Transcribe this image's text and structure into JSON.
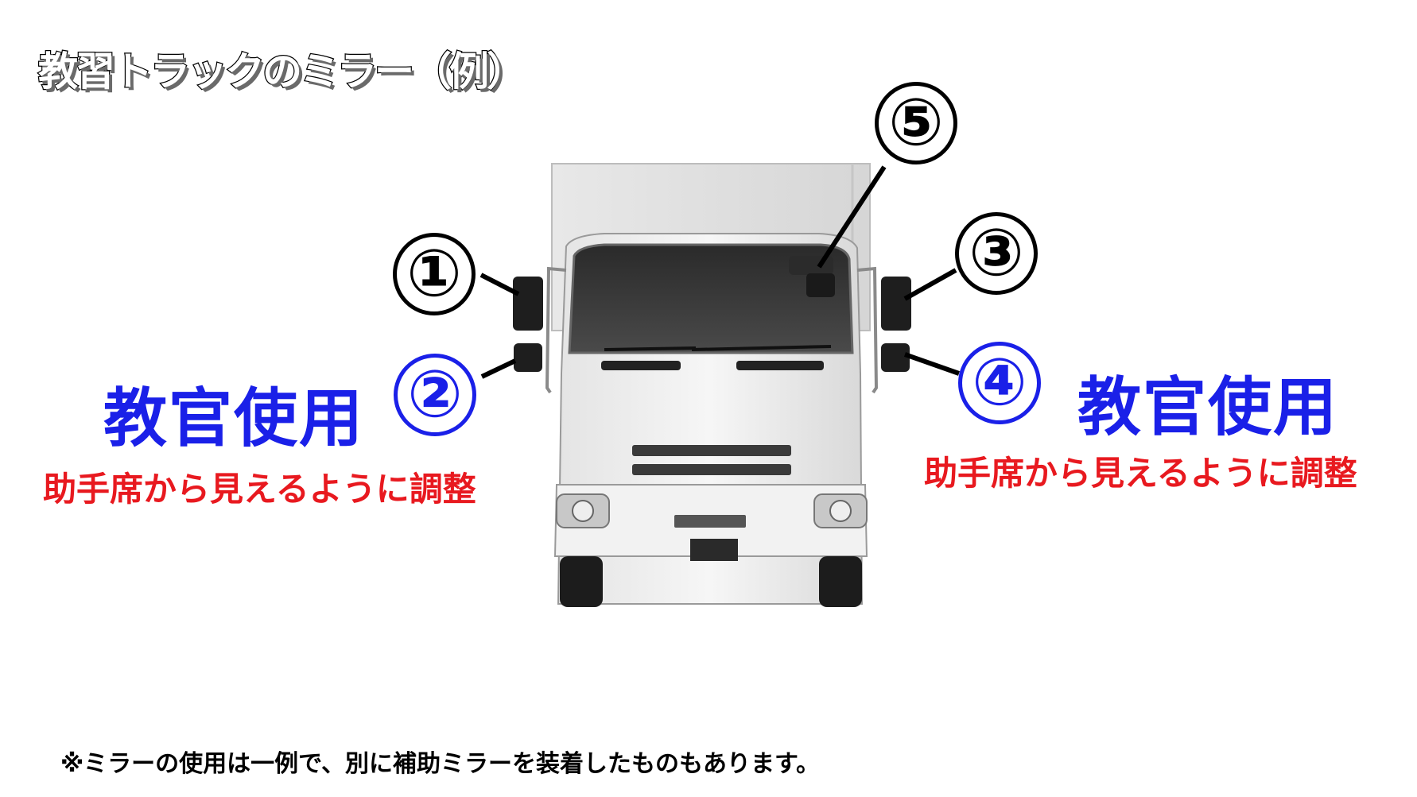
{
  "title": "教習トラックのミラー（例）",
  "mirrors": [
    {
      "number": "①"
    },
    {
      "number": "②",
      "role": "教官使用",
      "note": "助手席から見えるように調整"
    },
    {
      "number": "③"
    },
    {
      "number": "④",
      "role": "教官使用",
      "note": "助手席から見えるように調整"
    },
    {
      "number": "⑤"
    }
  ],
  "footnote": "※ミラーの使用は一例で、別に補助ミラーを装着したものもあります。",
  "colors": {
    "instructor": "#1a20e8",
    "adjust": "#e8191f",
    "outline": "#000000"
  }
}
